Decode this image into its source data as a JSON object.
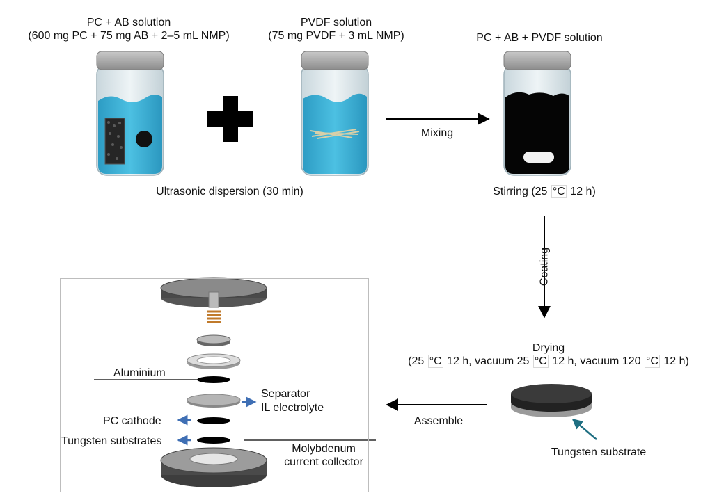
{
  "step1": {
    "title": "PC + AB solution",
    "detail": "(600 mg PC + 75 mg AB + 2–5 mL NMP)"
  },
  "step2": {
    "title": "PVDF solution",
    "detail": "(75 mg PVDF + 3 mL NMP)"
  },
  "step3": {
    "title": "PC + AB + PVDF solution"
  },
  "ultrasonic": "Ultrasonic dispersion (30 min)",
  "mixing": "Mixing",
  "stirring": {
    "pre": "Stirring (25 ",
    "unit": "°C",
    "post": " 12 h)"
  },
  "coating": "Coating",
  "drying": {
    "title": "Drying",
    "p1": "(25 ",
    "u1": "°C",
    "p2": " 12 h, vacuum 25 ",
    "u2": "°C",
    "p3": " 12 h, vacuum 120 ",
    "u3": "°C",
    "p4": " 12 h)"
  },
  "assemble": "Assemble",
  "tungsten_substrate": "Tungsten substrate",
  "cell": {
    "aluminium": "Aluminium",
    "separator": "Separator",
    "il_electrolyte": "IL electrolyte",
    "pc_cathode": "PC cathode",
    "tungsten_substrates": "Tungsten substrates",
    "molybdenum_1": "Molybdenum",
    "molybdenum_2": "current collector"
  },
  "colors": {
    "liquid": "#3aaed3",
    "slurry": "#050505",
    "jar_lid": "#a9a9a9",
    "blue_arrow": "#3f6fb4",
    "teal_arrow": "#1f6f82"
  }
}
